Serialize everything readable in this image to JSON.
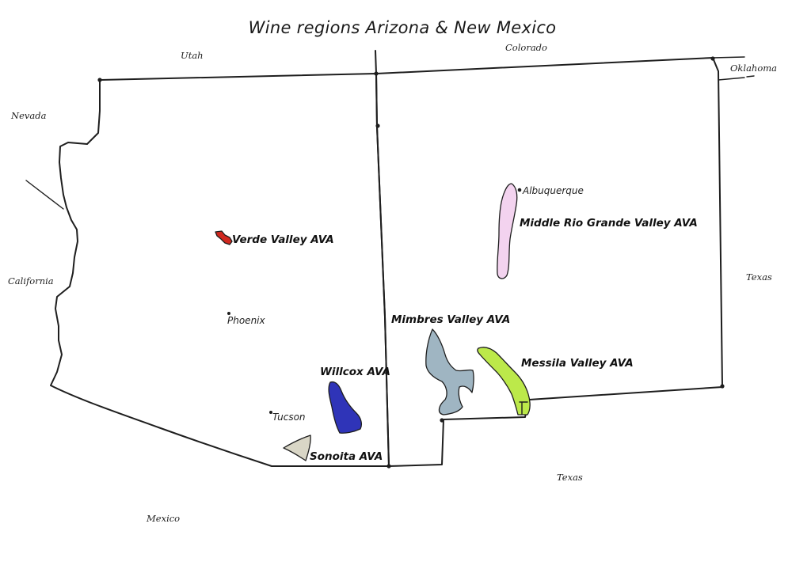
{
  "title": "Wine regions Arizona & New Mexico",
  "neighbors": {
    "utah": "Utah",
    "colorado": "Colorado",
    "oklahoma": "Oklahoma",
    "nevada": "Nevada",
    "california": "California",
    "texas_east": "Texas",
    "texas_south": "Texas",
    "mexico": "Mexico"
  },
  "cities": {
    "albuquerque": "Albuquerque",
    "phoenix": "Phoenix",
    "tucson": "Tucson"
  },
  "regions": {
    "verde_valley": {
      "label": "Verde Valley AVA",
      "color": "#d0281f"
    },
    "middle_rio_grande": {
      "label": "Middle Rio Grande Valley AVA",
      "color": "#f3d3ef"
    },
    "mimbres_valley": {
      "label": "Mimbres Valley AVA",
      "color": "#9fb5c2"
    },
    "messila_valley": {
      "label": "Messila Valley AVA",
      "color": "#bce94a"
    },
    "willcox": {
      "label": "Willcox AVA",
      "color": "#2f34b8"
    },
    "sonoita": {
      "label": "Sonoita AVA",
      "color": "#d9d6c6"
    }
  }
}
